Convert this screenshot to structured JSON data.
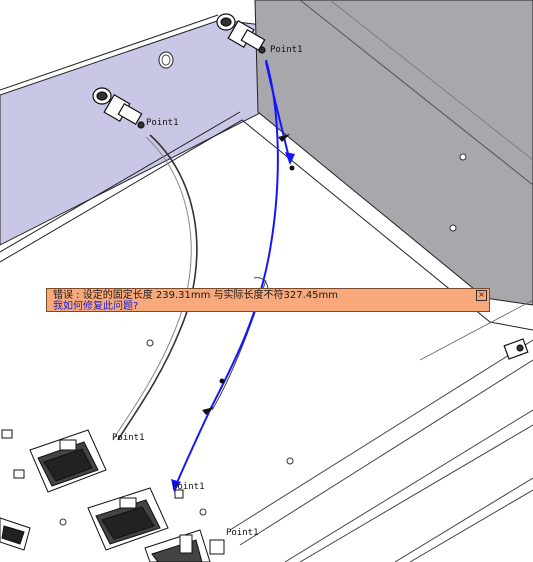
{
  "point_labels": [
    "Point1",
    "Point1",
    "Point1",
    "Point1",
    "Point1"
  ],
  "error_tooltip": {
    "line1": "错误 : 设定的固定长度 239.31mm 与实际长度不符327.45mm",
    "line2": "我如何修复此问题?",
    "close_glyph": "×"
  },
  "colors": {
    "route_blue": "#1515ff",
    "back_wall": "#c8c8e6",
    "side_wall": "#a7a7ac",
    "error_bg": "#f7a97c"
  }
}
